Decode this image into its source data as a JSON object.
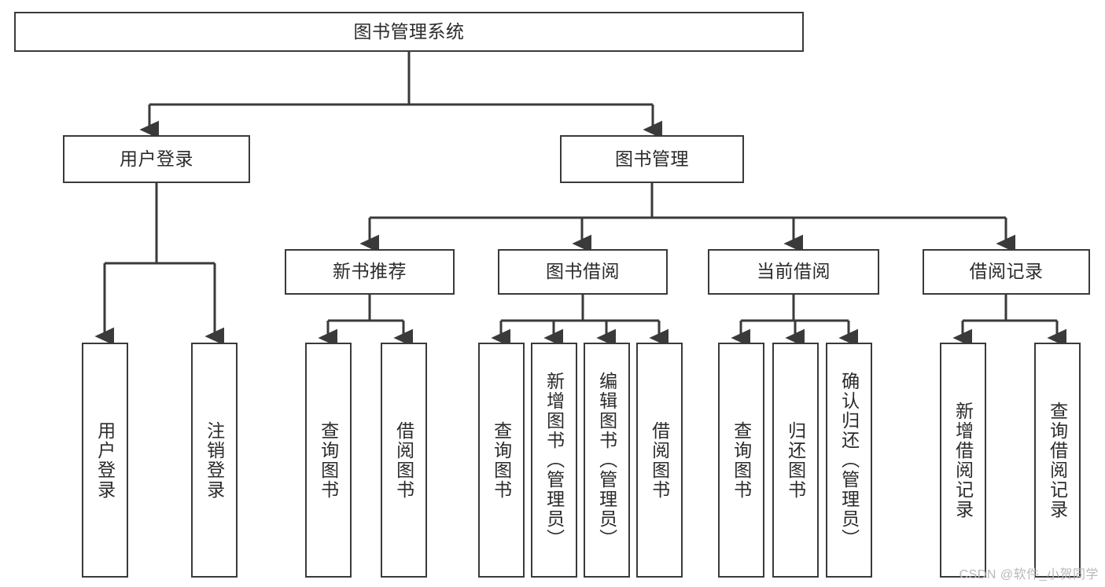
{
  "diagram": {
    "title": "图书管理系统",
    "watermark": "CSDN @软件_小贺同学",
    "stroke_color": "#3a3a3a",
    "text_color": "#2b2b2b",
    "background": "#ffffff",
    "root": {
      "label": "图书管理系统"
    },
    "level2": [
      {
        "label": "用户登录"
      },
      {
        "label": "图书管理"
      }
    ],
    "level3": [
      {
        "label": "新书推荐"
      },
      {
        "label": "图书借阅"
      },
      {
        "label": "当前借阅"
      },
      {
        "label": "借阅记录"
      }
    ],
    "leaves": {
      "user_login": [
        {
          "label": "用户登录"
        },
        {
          "label": "注销登录"
        }
      ],
      "new_book_recommend": [
        {
          "label": "查询图书"
        },
        {
          "label": "借阅图书"
        }
      ],
      "book_borrow": [
        {
          "label": "查询图书"
        },
        {
          "label": "新增图书（管理员）"
        },
        {
          "label": "编辑图书（管理员）"
        },
        {
          "label": "借阅图书"
        }
      ],
      "current_borrow": [
        {
          "label": "查询图书"
        },
        {
          "label": "归还图书"
        },
        {
          "label": "确认归还（管理员）"
        }
      ],
      "borrow_record": [
        {
          "label": "新增借阅记录"
        },
        {
          "label": "查询借阅记录"
        }
      ]
    }
  }
}
